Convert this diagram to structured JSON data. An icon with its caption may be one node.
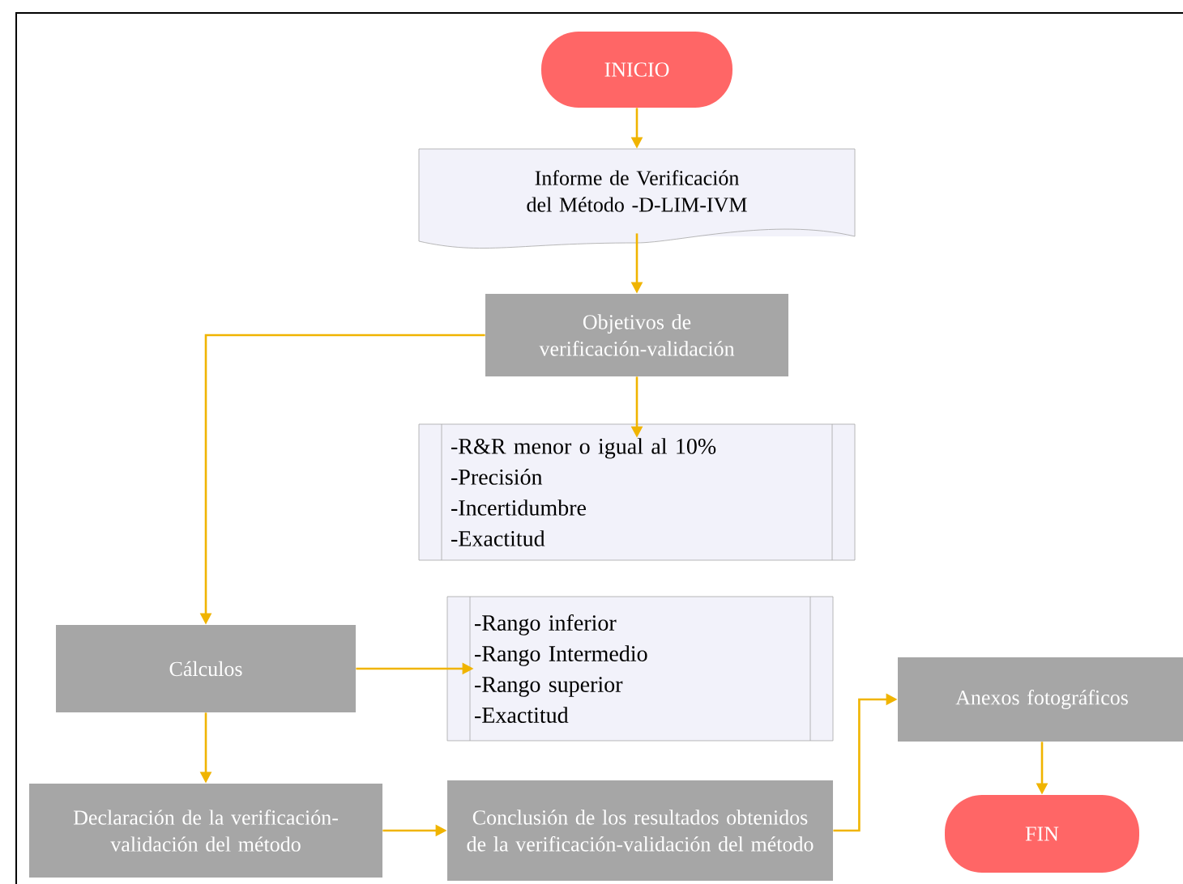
{
  "diagram": {
    "nodes": [
      {
        "text": [
          "INICIO"
        ]
      },
      {
        "text": [
          "Informe de Verificación del Método -D-LIM-IVM"
        ]
      },
      {
        "text": [
          "Objetivos de verificación-validación"
        ]
      },
      {
        "text": [
          "-R&R menor o igual al 10%",
          "-Precisión",
          "-Incertidumbre",
          "-Exactitud"
        ]
      },
      {
        "text": [
          "Cálculos"
        ]
      },
      {
        "text": [
          "-Rango inferior",
          "-Rango Intermedio",
          "-Rango superior",
          "-Exactitud"
        ]
      },
      {
        "text": [
          "Declaración de la verificación-validación del método"
        ]
      },
      {
        "text": [
          "Conclusión de los resultados obtenidos de la verificación-validación del método"
        ]
      },
      {
        "text": [
          "Anexos fotográficos"
        ]
      },
      {
        "text": [
          "FIN"
        ]
      }
    ],
    "edges": [
      {
        "from": 0,
        "to": 1,
        "arrow": "to"
      },
      {
        "from": 1,
        "to": 2,
        "arrow": "to"
      },
      {
        "from": 2,
        "to": 3,
        "arrow": "to"
      },
      {
        "from": 2,
        "to": 4,
        "arrow": "to"
      },
      {
        "from": 4,
        "to": 5,
        "arrow": "to"
      },
      {
        "from": 4,
        "to": 6,
        "arrow": "to"
      },
      {
        "from": 6,
        "to": 7,
        "arrow": "to"
      },
      {
        "from": 7,
        "to": 8,
        "arrow": "to"
      },
      {
        "from": 8,
        "to": 9,
        "arrow": "to"
      }
    ]
  }
}
